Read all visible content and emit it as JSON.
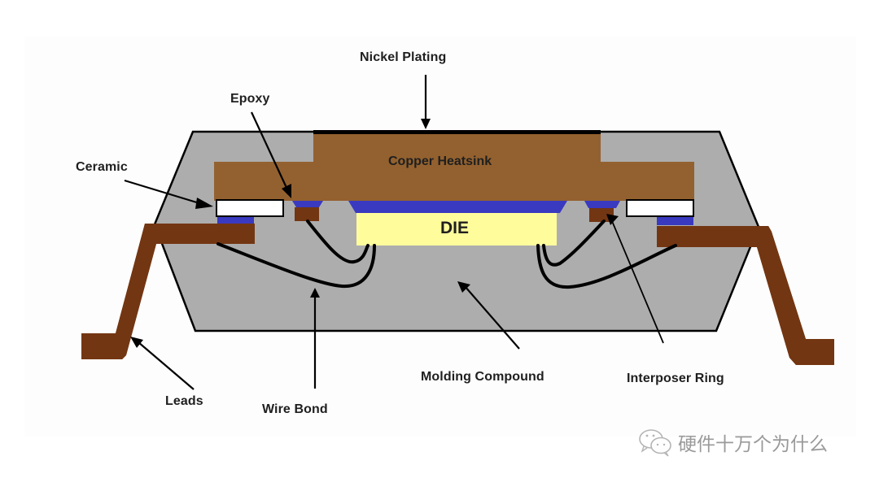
{
  "diagram": {
    "title": "Package cross-section",
    "colors": {
      "background": "#fdfdfd",
      "molding": "#adadad",
      "heatsink": "#93612f",
      "leads": "#733612",
      "epoxy": "#3a3ac0",
      "die": "#fffc9c",
      "ceramic": "#ffffff",
      "outline": "#000000"
    },
    "labels": {
      "nickel_plating": "Nickel Plating",
      "epoxy": "Epoxy",
      "ceramic": "Ceramic",
      "copper_heatsink": "Copper Heatsink",
      "die": "DIE",
      "leads": "Leads",
      "wire_bond": "Wire Bond",
      "molding_compound": "Molding Compound",
      "interposer_ring": "Interposer Ring"
    },
    "watermark": {
      "icon": "wechat-icon",
      "text": "硬件十万个为什么"
    }
  }
}
